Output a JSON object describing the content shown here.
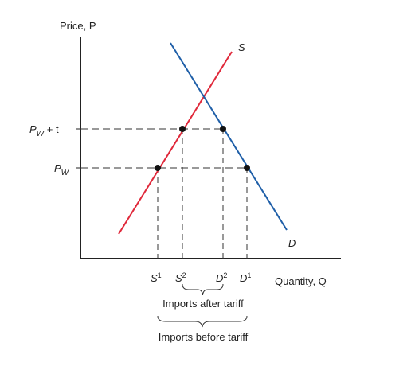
{
  "axes": {
    "y_label": "Price, P",
    "x_label": "Quantity, Q"
  },
  "curves": {
    "supply_label": "S",
    "demand_label": "D",
    "supply_color": "#e0283a",
    "demand_color": "#1f5fa8"
  },
  "price_levels": {
    "pw_t": {
      "main": "P",
      "sub": "W",
      "suffix": " + t"
    },
    "pw": {
      "main": "P",
      "sub": "W"
    }
  },
  "quantities": {
    "s1": {
      "main": "S",
      "sup": "1"
    },
    "s2": {
      "main": "S",
      "sup": "2"
    },
    "d2": {
      "main": "D",
      "sup": "2"
    },
    "d1": {
      "main": "D",
      "sup": "1"
    }
  },
  "brackets": {
    "after": "Imports after tariff",
    "before": "Imports before tariff"
  }
}
